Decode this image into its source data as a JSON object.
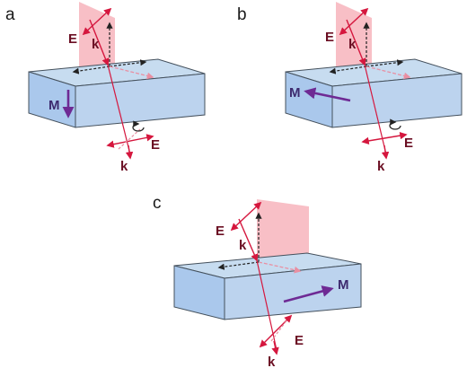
{
  "colors": {
    "slab_top": "#c7dcf0",
    "slab_front": "#aac8ec",
    "slab_side": "#bcd3ee",
    "slab_edge": "#44505c",
    "plane": "#f6a9b3",
    "beam": "#d5173e",
    "beam_faded": "#e98fa2",
    "label_dark": "#6b0f23",
    "magnetization": "#6e2a94",
    "dashed": "#222222"
  },
  "panels": [
    {
      "letter": "a",
      "E_label": "E",
      "k_label": "k",
      "E_out_label": "E",
      "k_out_label": "k",
      "M_label": "M",
      "M_direction": "down",
      "rotation_icon": "rotation-arrow-icon"
    },
    {
      "letter": "b",
      "E_label": "E",
      "k_label": "k",
      "E_out_label": "E",
      "k_out_label": "k",
      "M_label": "M",
      "M_direction": "left",
      "rotation_icon": "rotation-arrow-icon"
    },
    {
      "letter": "c",
      "E_label": "E",
      "k_label": "k",
      "E_out_label": "E",
      "k_out_label": "k",
      "M_label": "M",
      "M_direction": "right",
      "rotation_icon": null
    }
  ]
}
